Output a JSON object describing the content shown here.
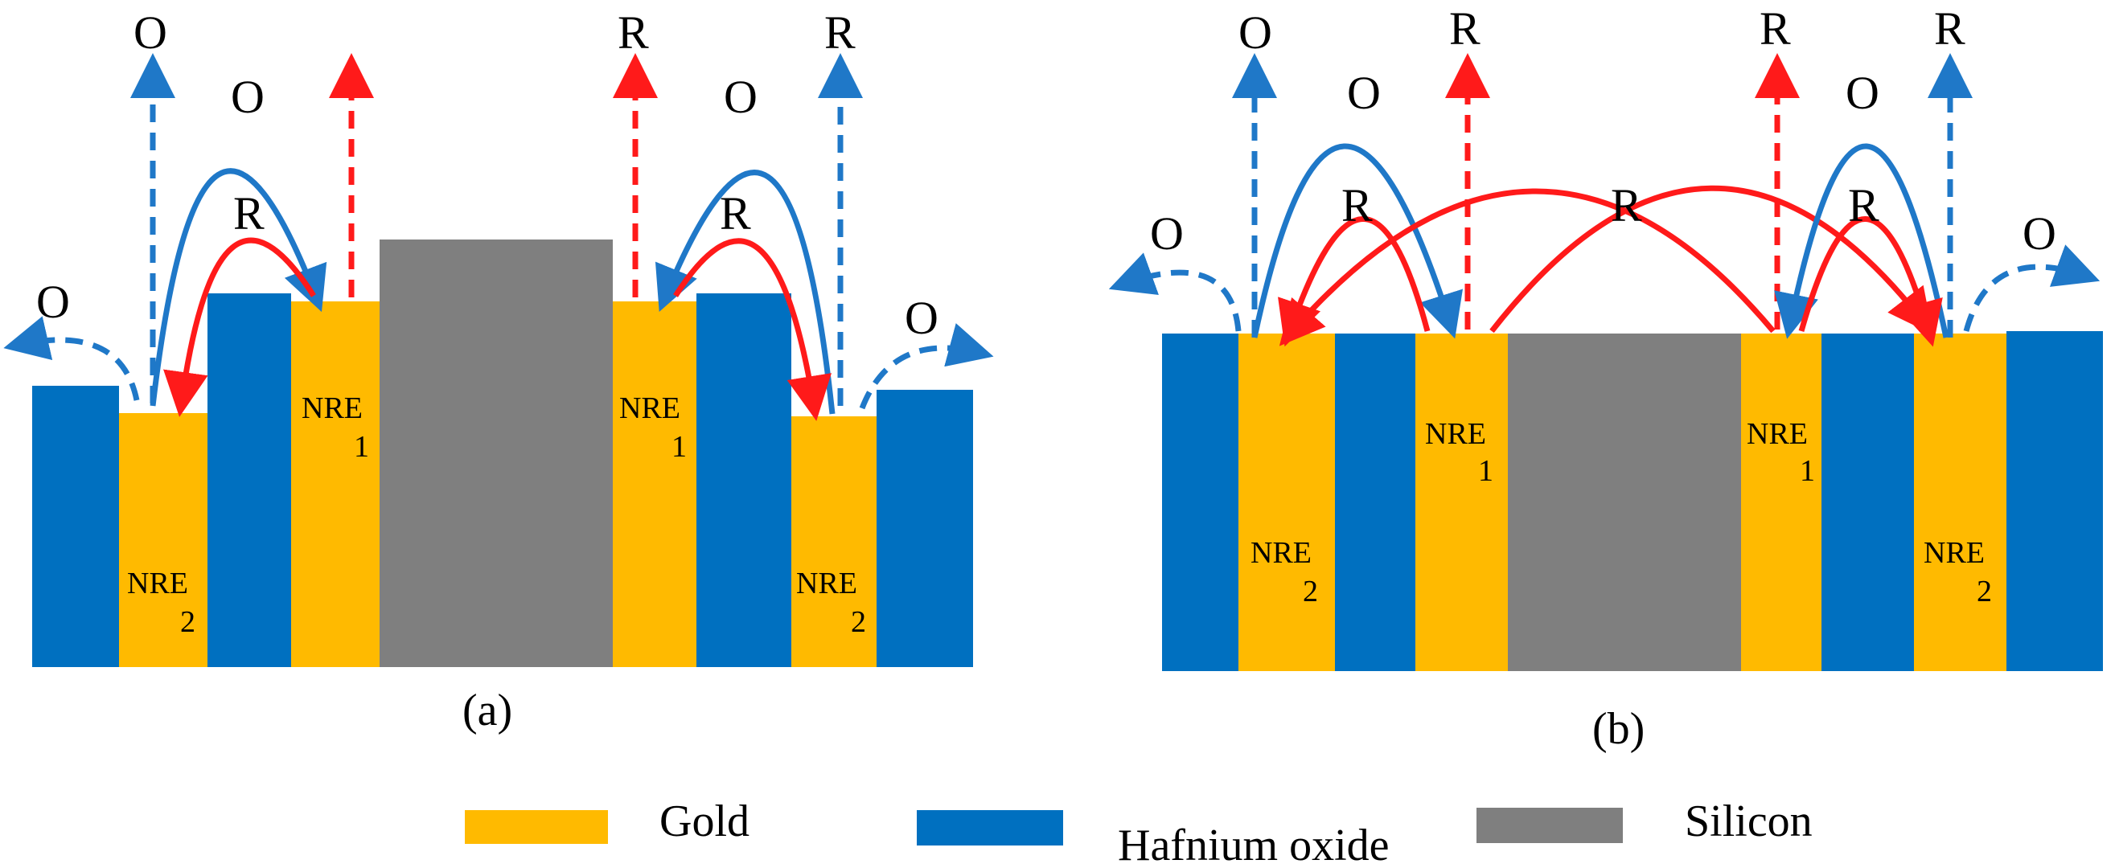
{
  "colors": {
    "gold": "#FFBA00",
    "hafnium_oxide": "#0070C0",
    "silicon": "#7F7F7F",
    "oxidation_arrow": "#1F78C8",
    "reduction_arrow": "#FF1A1A"
  },
  "labels": {
    "oxidation": "O",
    "reduction": "R",
    "nre1": {
      "line1": "NRE",
      "line2": "1"
    },
    "nre2": {
      "line1": "NRE",
      "line2": "2"
    }
  },
  "panels": {
    "a": {
      "caption": "(a)"
    },
    "b": {
      "caption": "(b)"
    }
  },
  "legend": [
    {
      "label": "Gold",
      "color_key": "gold"
    },
    {
      "label": "Hafnium oxide",
      "color_key": "hafnium_oxide"
    },
    {
      "label": "Silicon",
      "color_key": "silicon"
    }
  ]
}
